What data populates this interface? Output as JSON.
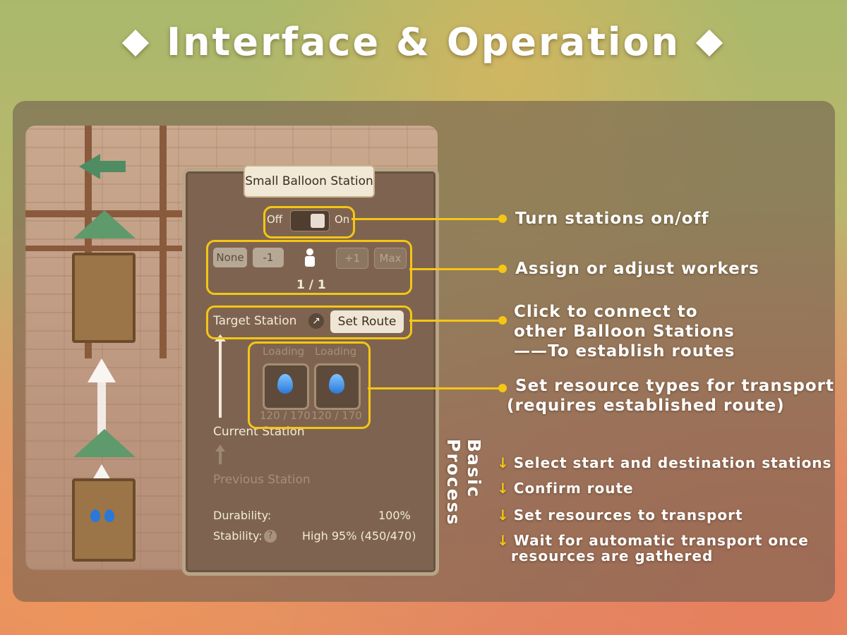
{
  "title": "Interface & Operation",
  "title_decoration": "◆",
  "station_panel": {
    "title": "Small Balloon Station",
    "toggle": {
      "off_label": "Off",
      "on_label": "On"
    },
    "workers": {
      "none_label": "None",
      "minus_label": "-1",
      "plus_label": "+1",
      "max_label": "Max",
      "count": "1 / 1"
    },
    "target_station_label": "Target Station",
    "target_icon": "↗",
    "set_route_label": "Set Route",
    "slots": [
      {
        "label": "Loading",
        "amount": "120 / 170",
        "icon": "water-drop-icon"
      },
      {
        "label": "Loading",
        "amount": "120 / 170",
        "icon": "water-drop-icon"
      }
    ],
    "current_station_label": "Current Station",
    "previous_station_label": "Previous Station",
    "durability_label": "Durability:",
    "durability_value": "100%",
    "stability_label": "Stability:",
    "stability_help_icon": "?",
    "stability_value": "High 95% (450/470)"
  },
  "annotations": {
    "toggle": "Turn stations on/off",
    "workers": "Assign or adjust workers",
    "route_line1": "Click to connect to",
    "route_line2": "other Balloon Stations",
    "route_line3": "——To establish routes",
    "resources_line1": "Set resource types for transport",
    "resources_line2": "(requires established route)"
  },
  "basic_process": {
    "heading": "Basic Process",
    "arrow_glyph": "↓",
    "steps": [
      "Select start and destination stations",
      "Confirm route",
      "Set resources to transport",
      "Wait for automatic transport once",
      "resources are gathered"
    ]
  },
  "colors": {
    "highlight": "#f4c615",
    "panel": "#7e6450"
  }
}
